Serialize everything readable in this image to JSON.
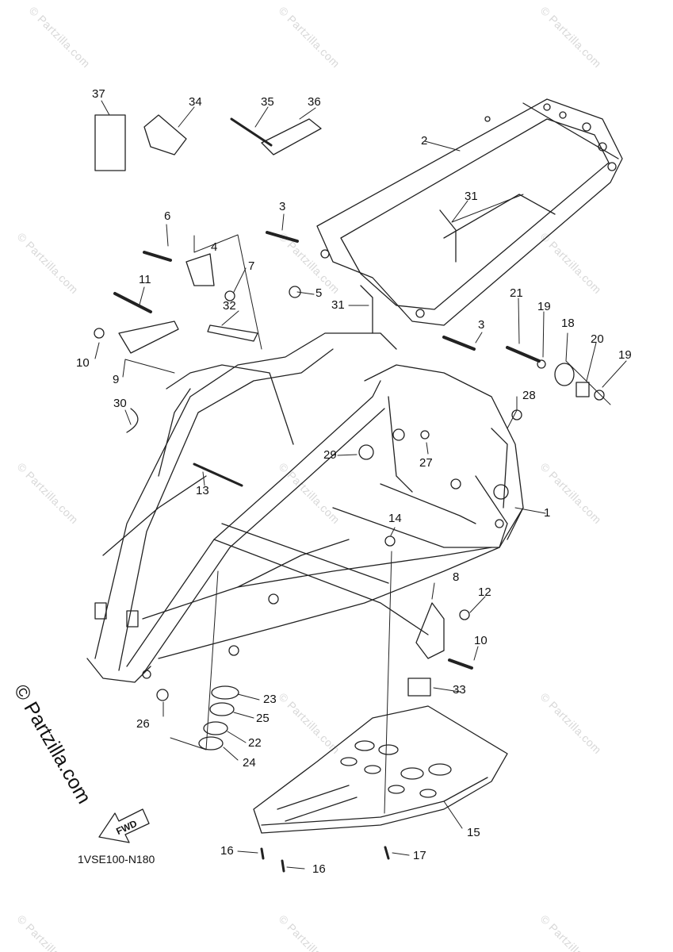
{
  "watermark": {
    "text": "© Partzilla.com"
  },
  "copyright": "© Partzilla.com",
  "diagram_code": "1VSE100-N180",
  "fwd_label": "FWD",
  "callouts": [
    {
      "id": "1",
      "label": "1"
    },
    {
      "id": "2",
      "label": "2"
    },
    {
      "id": "3a",
      "label": "3"
    },
    {
      "id": "3b",
      "label": "3"
    },
    {
      "id": "4",
      "label": "4"
    },
    {
      "id": "5",
      "label": "5"
    },
    {
      "id": "6",
      "label": "6"
    },
    {
      "id": "7",
      "label": "7"
    },
    {
      "id": "8",
      "label": "8"
    },
    {
      "id": "9",
      "label": "9"
    },
    {
      "id": "10a",
      "label": "10"
    },
    {
      "id": "10b",
      "label": "10"
    },
    {
      "id": "11",
      "label": "11"
    },
    {
      "id": "12",
      "label": "12"
    },
    {
      "id": "13",
      "label": "13"
    },
    {
      "id": "14",
      "label": "14"
    },
    {
      "id": "15",
      "label": "15"
    },
    {
      "id": "16a",
      "label": "16"
    },
    {
      "id": "16b",
      "label": "16"
    },
    {
      "id": "17",
      "label": "17"
    },
    {
      "id": "18",
      "label": "18"
    },
    {
      "id": "19a",
      "label": "19"
    },
    {
      "id": "19b",
      "label": "19"
    },
    {
      "id": "20",
      "label": "20"
    },
    {
      "id": "21",
      "label": "21"
    },
    {
      "id": "22",
      "label": "22"
    },
    {
      "id": "23",
      "label": "23"
    },
    {
      "id": "24",
      "label": "24"
    },
    {
      "id": "25",
      "label": "25"
    },
    {
      "id": "26",
      "label": "26"
    },
    {
      "id": "27",
      "label": "27"
    },
    {
      "id": "28",
      "label": "28"
    },
    {
      "id": "29",
      "label": "29"
    },
    {
      "id": "30",
      "label": "30"
    },
    {
      "id": "31a",
      "label": "31"
    },
    {
      "id": "31b",
      "label": "31"
    },
    {
      "id": "32",
      "label": "32"
    },
    {
      "id": "33",
      "label": "33"
    },
    {
      "id": "34",
      "label": "34"
    },
    {
      "id": "35",
      "label": "35"
    },
    {
      "id": "36",
      "label": "36"
    },
    {
      "id": "37",
      "label": "37"
    }
  ]
}
